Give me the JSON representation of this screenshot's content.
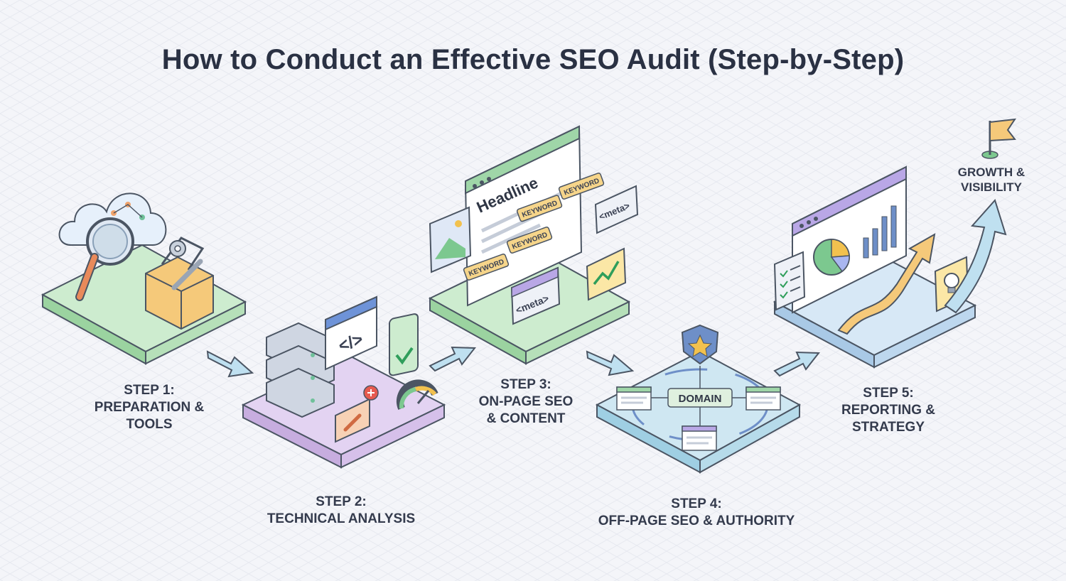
{
  "title": "How to Conduct an Effective SEO Audit (Step-by-Step)",
  "steps": [
    {
      "line1": "STEP 1:",
      "line2": "PREPARATION &",
      "line3": "TOOLS",
      "color": "#cdeccf"
    },
    {
      "line1": "STEP 2:",
      "line2": "TECHNICAL ANALYSIS",
      "color": "#e3d3f2"
    },
    {
      "line1": "STEP 3:",
      "line2": "ON-PAGE SEO",
      "line3": "& CONTENT",
      "color": "#cdeccf"
    },
    {
      "line1": "STEP 4:",
      "line2": "OFF-PAGE SEO & AUTHORITY",
      "color": "#cfe7f2"
    },
    {
      "line1": "STEP 5:",
      "line2": "REPORTING &",
      "line3": "STRATEGY",
      "color": "#d7e8f6"
    }
  ],
  "goal": {
    "line1": "GROWTH &",
    "line2": "VISIBILITY"
  },
  "scene_text": {
    "headline": "Headline",
    "keyword": "KEYWORD",
    "meta": "<meta>",
    "domain": "DOMAIN",
    "code": "</>"
  }
}
